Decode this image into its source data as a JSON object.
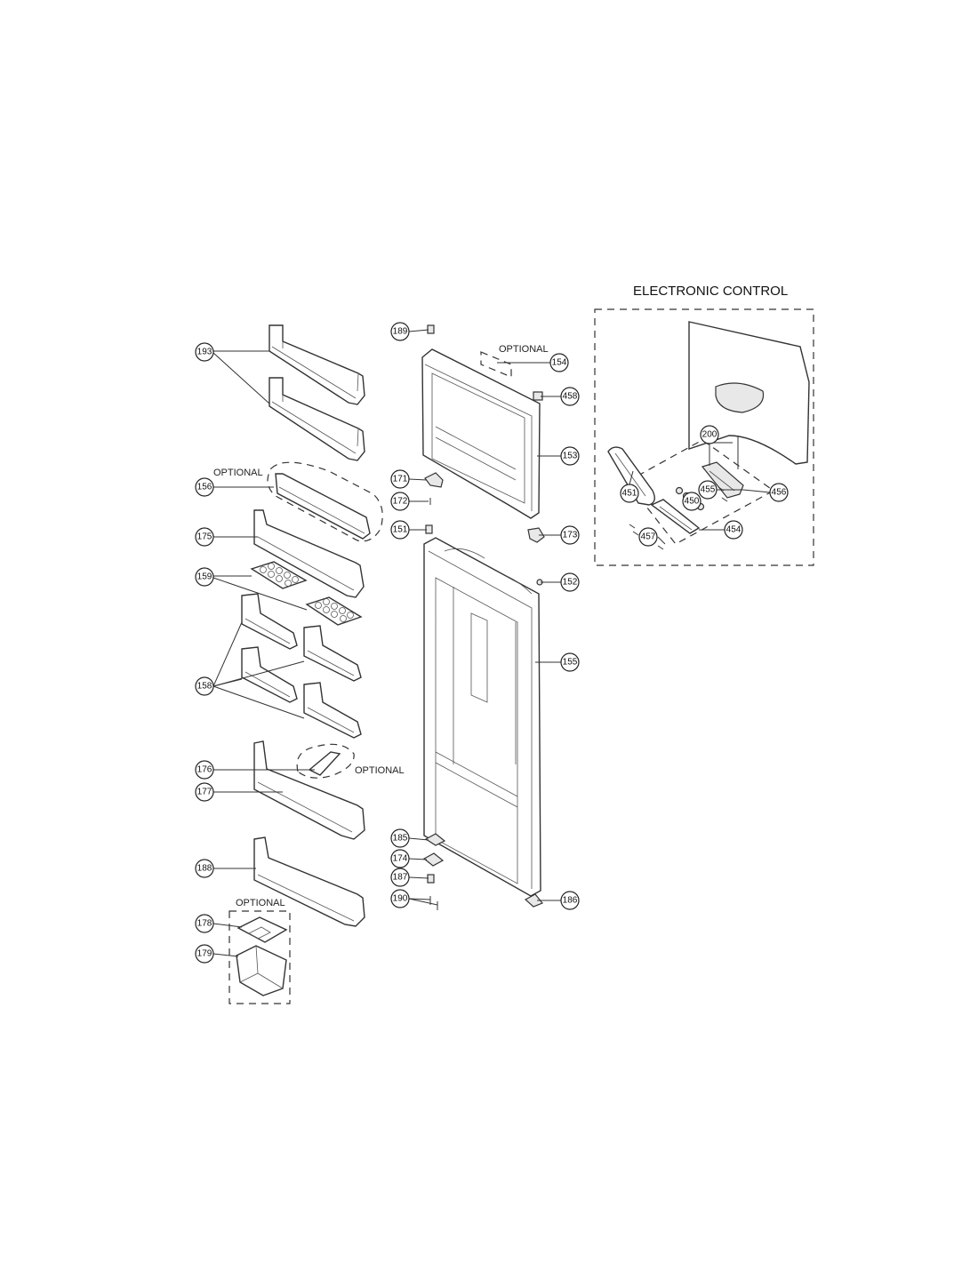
{
  "title": "ELECTRONIC CONTROL",
  "optional_labels": [
    "OPTIONAL",
    "OPTIONAL",
    "OPTIONAL",
    "OPTIONAL"
  ],
  "callouts": [
    {
      "id": "193",
      "label": "193"
    },
    {
      "id": "156",
      "label": "156"
    },
    {
      "id": "175",
      "label": "175"
    },
    {
      "id": "159",
      "label": "159"
    },
    {
      "id": "158",
      "label": "158"
    },
    {
      "id": "176",
      "label": "176"
    },
    {
      "id": "177",
      "label": "177"
    },
    {
      "id": "188",
      "label": "188"
    },
    {
      "id": "178",
      "label": "178"
    },
    {
      "id": "179",
      "label": "179"
    },
    {
      "id": "189",
      "label": "189"
    },
    {
      "id": "154",
      "label": "154"
    },
    {
      "id": "458",
      "label": "458"
    },
    {
      "id": "153",
      "label": "153"
    },
    {
      "id": "171",
      "label": "171"
    },
    {
      "id": "172",
      "label": "172"
    },
    {
      "id": "151",
      "label": "151"
    },
    {
      "id": "173",
      "label": "173"
    },
    {
      "id": "152",
      "label": "152"
    },
    {
      "id": "155",
      "label": "155"
    },
    {
      "id": "185",
      "label": "185"
    },
    {
      "id": "174",
      "label": "174"
    },
    {
      "id": "187",
      "label": "187"
    },
    {
      "id": "190",
      "label": "190"
    },
    {
      "id": "186",
      "label": "186"
    },
    {
      "id": "200",
      "label": "200"
    },
    {
      "id": "451",
      "label": "451"
    },
    {
      "id": "455",
      "label": "455"
    },
    {
      "id": "456",
      "label": "456"
    },
    {
      "id": "450",
      "label": "450"
    },
    {
      "id": "454",
      "label": "454"
    },
    {
      "id": "457",
      "label": "457"
    }
  ]
}
